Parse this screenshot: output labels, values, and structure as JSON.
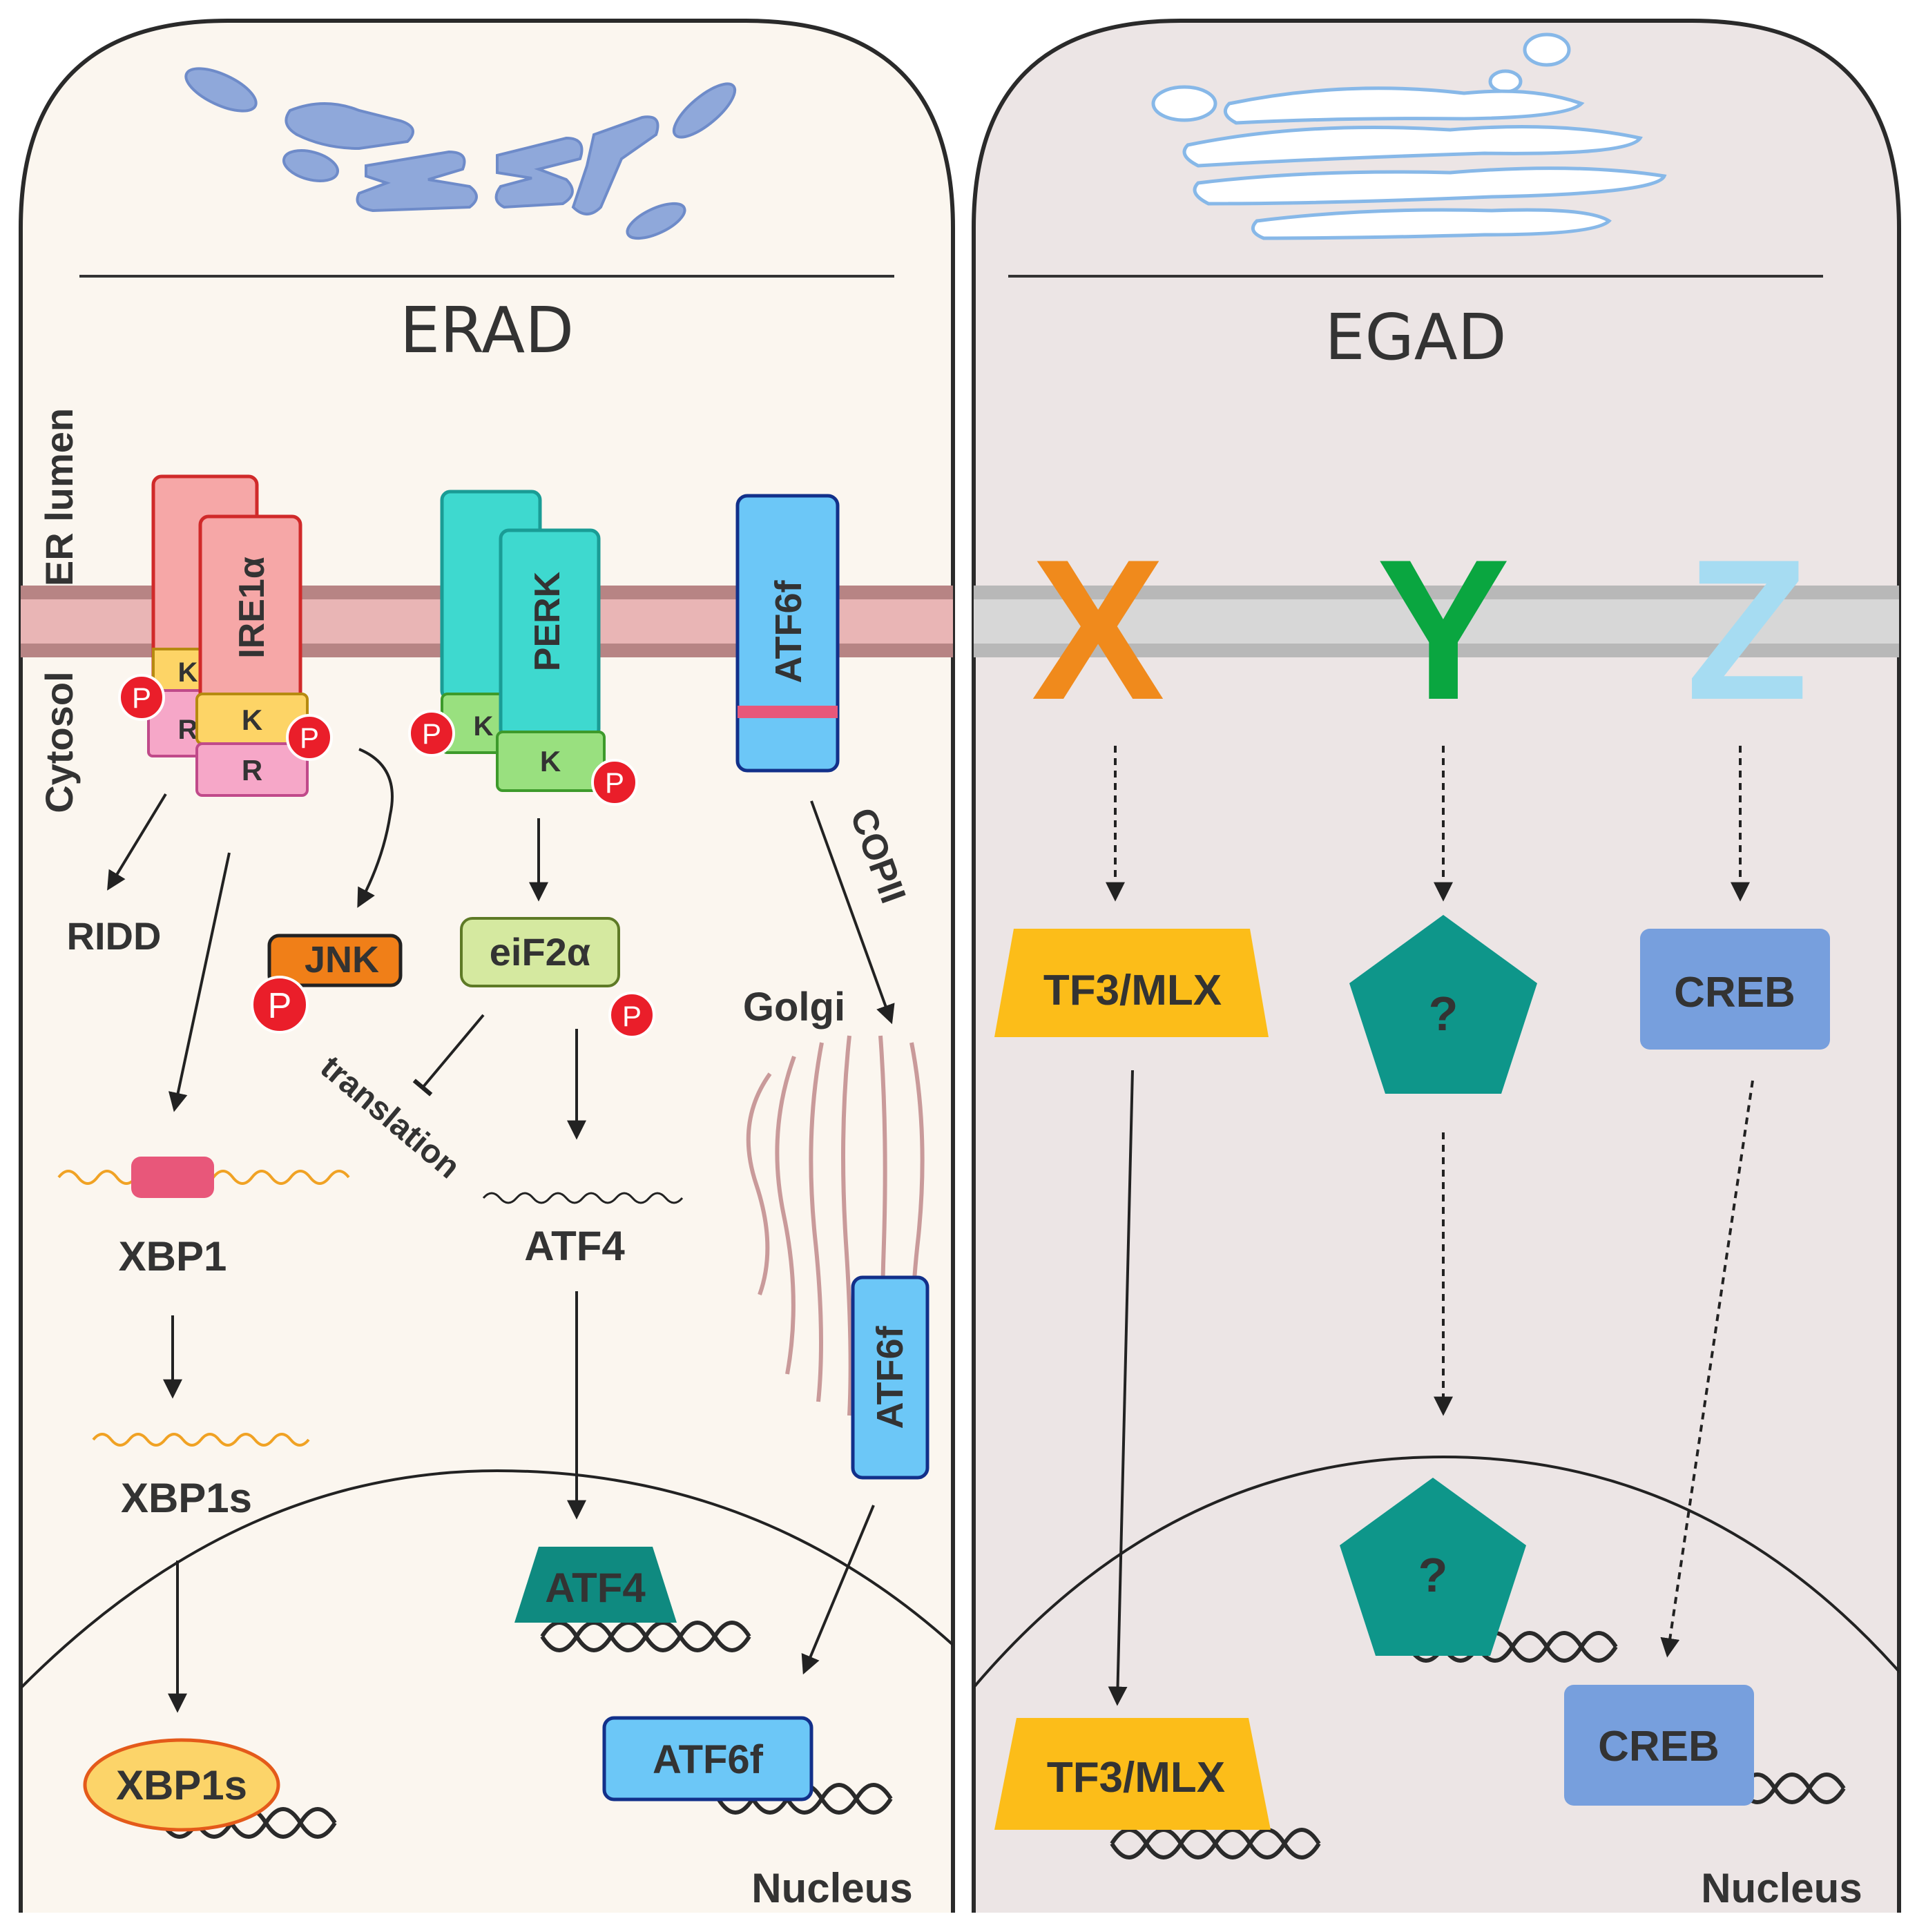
{
  "left_panel": {
    "title": "ERAD",
    "side_label_top": "ER lumen",
    "side_label_bottom": "Cytosol",
    "ire1": {
      "name": "IRE1α",
      "kinase": "K",
      "rnase": "R",
      "phospho": "P"
    },
    "perk": {
      "name": "PERK",
      "kinase": "K",
      "phospho": "P"
    },
    "atf6": {
      "name": "ATF6f",
      "transport": "COPII",
      "golgi": "Golgi"
    },
    "ridd": "RIDD",
    "jnk": "JNK",
    "eif2a": "eiF2α",
    "translation": "translation",
    "atf4_mrna": "ATF4",
    "atf4_tf": "ATF4",
    "xbp1": "XBP1",
    "xbp1s_mrna": "XBP1s",
    "xbp1s_tf": "XBP1s",
    "atf6f_golgi": "ATF6f",
    "atf6f_nucleus": "ATF6f",
    "nucleus": "Nucleus"
  },
  "right_panel": {
    "title": "EGAD",
    "sensors": [
      {
        "label": "X",
        "color": "#f08a1c"
      },
      {
        "label": "Y",
        "color": "#0aa640"
      },
      {
        "label": "Z",
        "color": "#a6dcf2"
      }
    ],
    "tf3_cyto": "TF3/MLX",
    "unknown_cyto": "?",
    "creb_cyto": "CREB",
    "unknown_nuc": "?",
    "tf3_nuc": "TF3/MLX",
    "creb_nuc": "CREB",
    "nucleus": "Nucleus"
  },
  "colors": {
    "left_bg": "#fbf6ef",
    "right_bg": "#ece5e5",
    "er_membrane": "#e9b5b5",
    "golgi_membrane": "#d7d7d7",
    "ire1": "#f6a7a7",
    "perk": "#3ed9cf",
    "atf6": "#6cc7f7",
    "atf4_tf": "#0f8a80",
    "tf3": "#fcbd19",
    "creb": "#779fdd",
    "unknown": "#0e968a",
    "phospho": "#ea1e2a"
  }
}
